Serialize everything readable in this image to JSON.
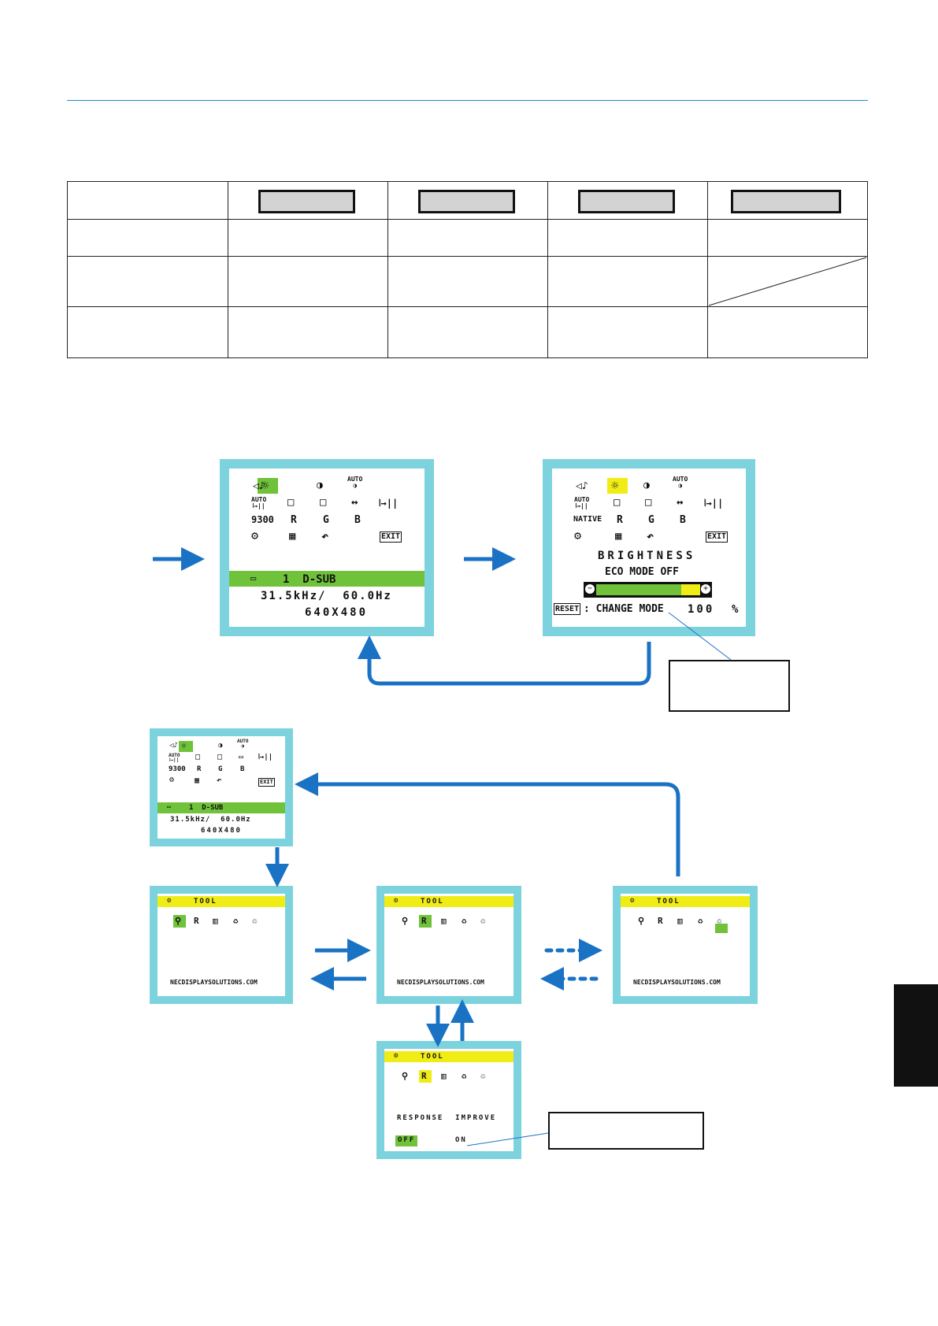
{
  "osd_main": {
    "icons_row1": [
      "◁♪",
      "☼",
      "◑",
      "AUTO◑"
    ],
    "icons_row2": [
      "AUTO",
      "□",
      "□",
      "↔",
      "⦚→||"
    ],
    "icons_row3": [
      "9300",
      "R",
      "G",
      "B"
    ],
    "icons_row4": [
      "⚙",
      "▦",
      "↶",
      "EXIT"
    ],
    "input_label": "1  D-SUB",
    "frequency": "31.5kHz/  60.0Hz",
    "resolution": "640X480"
  },
  "osd_brightness": {
    "icons_row1": [
      "◁♪",
      "☼",
      "◑",
      "AUTO◑"
    ],
    "icons_row2": [
      "AUTO",
      "□",
      "□",
      "↔",
      "⦚→||"
    ],
    "icons_row3": [
      "NATIVE",
      "R",
      "G",
      "B"
    ],
    "icons_row4": [
      "⚙",
      "▦",
      "↶",
      "EXIT"
    ],
    "title": "BRIGHTNESS",
    "eco_mode": "ECO MODE OFF",
    "reset_label": "RESET",
    "change_mode": ": CHANGE MODE",
    "value": "100",
    "unit": "%",
    "level_percent": 82
  },
  "osd_tool": {
    "header": "TOOL",
    "url": "NECDISPLAYSOLUTIONS.COM"
  },
  "osd_response": {
    "header": "TOOL",
    "label": "RESPONSE  IMPROVE",
    "off": "OFF",
    "on": "ON"
  },
  "colors": {
    "frame": "#7dd3dd",
    "highlight_green": "#6fc23a",
    "highlight_yellow": "#f0ed16",
    "arrow_blue": "#1a72c4",
    "rule_blue": "#1b8ed0"
  }
}
